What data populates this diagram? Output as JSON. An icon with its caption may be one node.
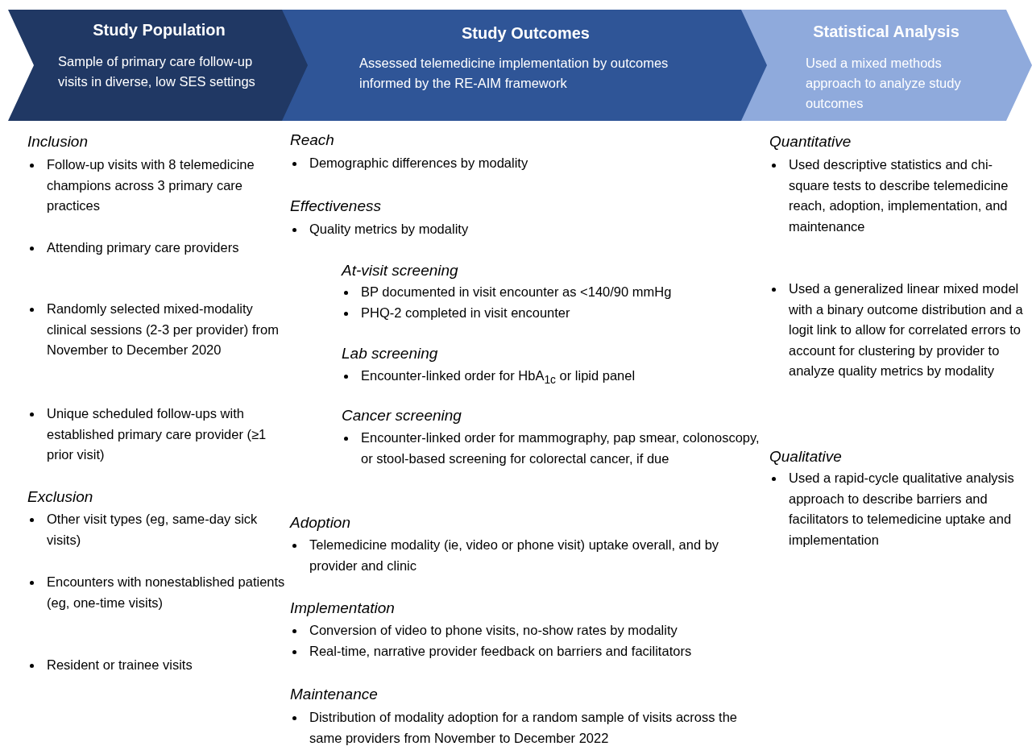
{
  "diagram": {
    "nodes": [
      {
        "text": [
          "Study Population",
          "Sample of primary care follow-up visits in diverse, low SES settings"
        ]
      },
      {
        "text": [
          "Study Outcomes",
          "Assessed telemedicine implementation by outcomes informed by the RE-AIM framework"
        ]
      },
      {
        "text": [
          "Statistical Analysis",
          "Used a mixed methods approach to analyze study outcomes"
        ]
      }
    ],
    "labels": [
      "Inclusion",
      "Follow-up visits with 8 telemedicine champions across 3 primary care practices",
      "Attending primary care providers",
      "Randomly selected mixed-modality clinical sessions (2-3 per provider) from November to December 2020",
      "Unique scheduled follow-ups with established primary care provider (≥1 prior visit)",
      "Exclusion",
      "Other visit types (eg, same-day sick visits)",
      "Encounters with nonestablished patients (eg, one-time visits)",
      "Resident or trainee visits",
      "Reach",
      "Demographic differences by modality",
      "Effectiveness",
      "Quality metrics by modality",
      "At-visit screening",
      "BP documented in visit encounter as <140/90 mmHg",
      "PHQ-2 completed in visit encounter",
      "Lab screening",
      "Encounter-linked order for HbA$_{1c}$ or lipid panel",
      "Cancer screening",
      "Encounter-linked order for mammography, pap smear, colonoscopy, or stool-based screening for colorectal cancer, if due",
      "Adoption",
      "Telemedicine modality (ie, video or phone visit) uptake overall, and by provider and clinic",
      "Implementation",
      "Conversion of video to phone visits, no-show rates by modality",
      "Real-time, narrative provider feedback on barriers and facilitators",
      "Maintenance",
      "Distribution of modality adoption for a random sample of visits across the same providers from November to December 2022",
      "Quantitative",
      "Used descriptive statistics and chi-square tests to describe telemedicine reach, adoption, implementation, and maintenance",
      "Used a generalized linear mixed model with a binary outcome distribution and a logit link to allow for correlated errors to account for clustering by provider to analyze quality metrics by modality",
      "Qualitative",
      "Used a rapid-cycle qualitative analysis approach to describe barriers and facilitators to telemedicine uptake and implementation"
    ]
  }
}
